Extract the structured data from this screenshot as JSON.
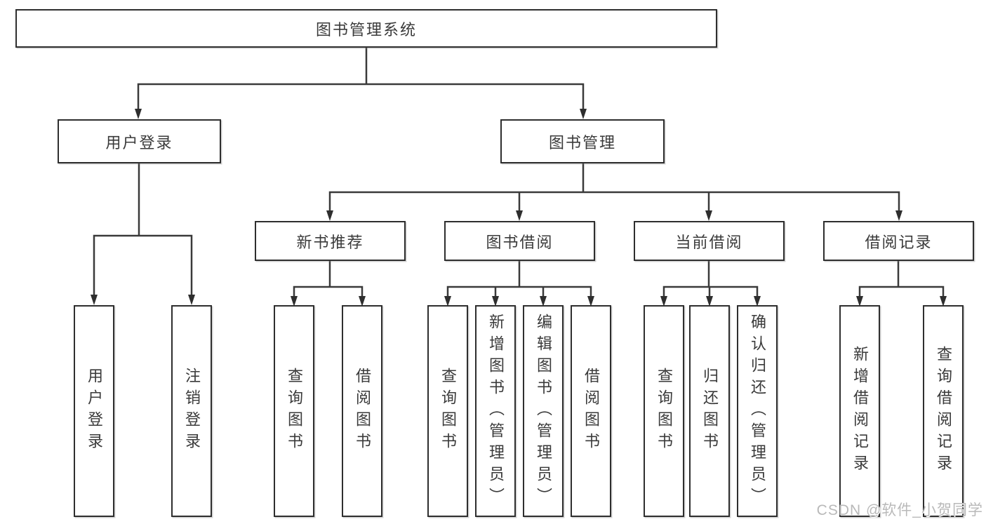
{
  "diagram": {
    "title": "图书管理系统",
    "root": {
      "label": "图书管理系统"
    },
    "level2": [
      {
        "id": "user-login",
        "label": "用户登录"
      },
      {
        "id": "book-management",
        "label": "图书管理"
      }
    ],
    "level3": [
      {
        "id": "new-book-recommend",
        "label": "新书推荐",
        "parent": "book-management"
      },
      {
        "id": "book-borrow",
        "label": "图书借阅",
        "parent": "book-management"
      },
      {
        "id": "current-borrow",
        "label": "当前借阅",
        "parent": "book-management"
      },
      {
        "id": "borrow-records",
        "label": "借阅记录",
        "parent": "book-management"
      }
    ],
    "leaves": [
      {
        "id": "leaf-user-login",
        "label": "用户登录",
        "parent": "user-login"
      },
      {
        "id": "leaf-logout",
        "label": "注销登录",
        "parent": "user-login"
      },
      {
        "id": "leaf-query-book-1",
        "label": "查询图书",
        "parent": "new-book-recommend"
      },
      {
        "id": "leaf-borrow-book-1",
        "label": "借阅图书",
        "parent": "new-book-recommend"
      },
      {
        "id": "leaf-query-book-2",
        "label": "查询图书",
        "parent": "book-borrow"
      },
      {
        "id": "leaf-add-book-admin",
        "label": "新增图书（管理员）",
        "parent": "book-borrow"
      },
      {
        "id": "leaf-edit-book-admin",
        "label": "编辑图书（管理员）",
        "parent": "book-borrow"
      },
      {
        "id": "leaf-borrow-book-2",
        "label": "借阅图书",
        "parent": "book-borrow"
      },
      {
        "id": "leaf-query-book-3",
        "label": "查询图书",
        "parent": "current-borrow"
      },
      {
        "id": "leaf-return-book",
        "label": "归还图书",
        "parent": "current-borrow"
      },
      {
        "id": "leaf-confirm-return-admin",
        "label": "确认归还（管理员）",
        "parent": "current-borrow"
      },
      {
        "id": "leaf-add-borrow-record",
        "label": "新增借阅记录",
        "parent": "borrow-records"
      },
      {
        "id": "leaf-query-borrow-record",
        "label": "查询借阅记录",
        "parent": "borrow-records"
      }
    ]
  },
  "watermark": {
    "text": "CSDN @软件_小贺同学"
  },
  "colors": {
    "line": "#3a3a3a",
    "arrow": "#2e2e2e",
    "box_border": "#2e2e2e",
    "box_fill": "#ffffff",
    "text": "#3a3a3a",
    "background": "#ffffff",
    "watermark": "#b9b9b9"
  }
}
